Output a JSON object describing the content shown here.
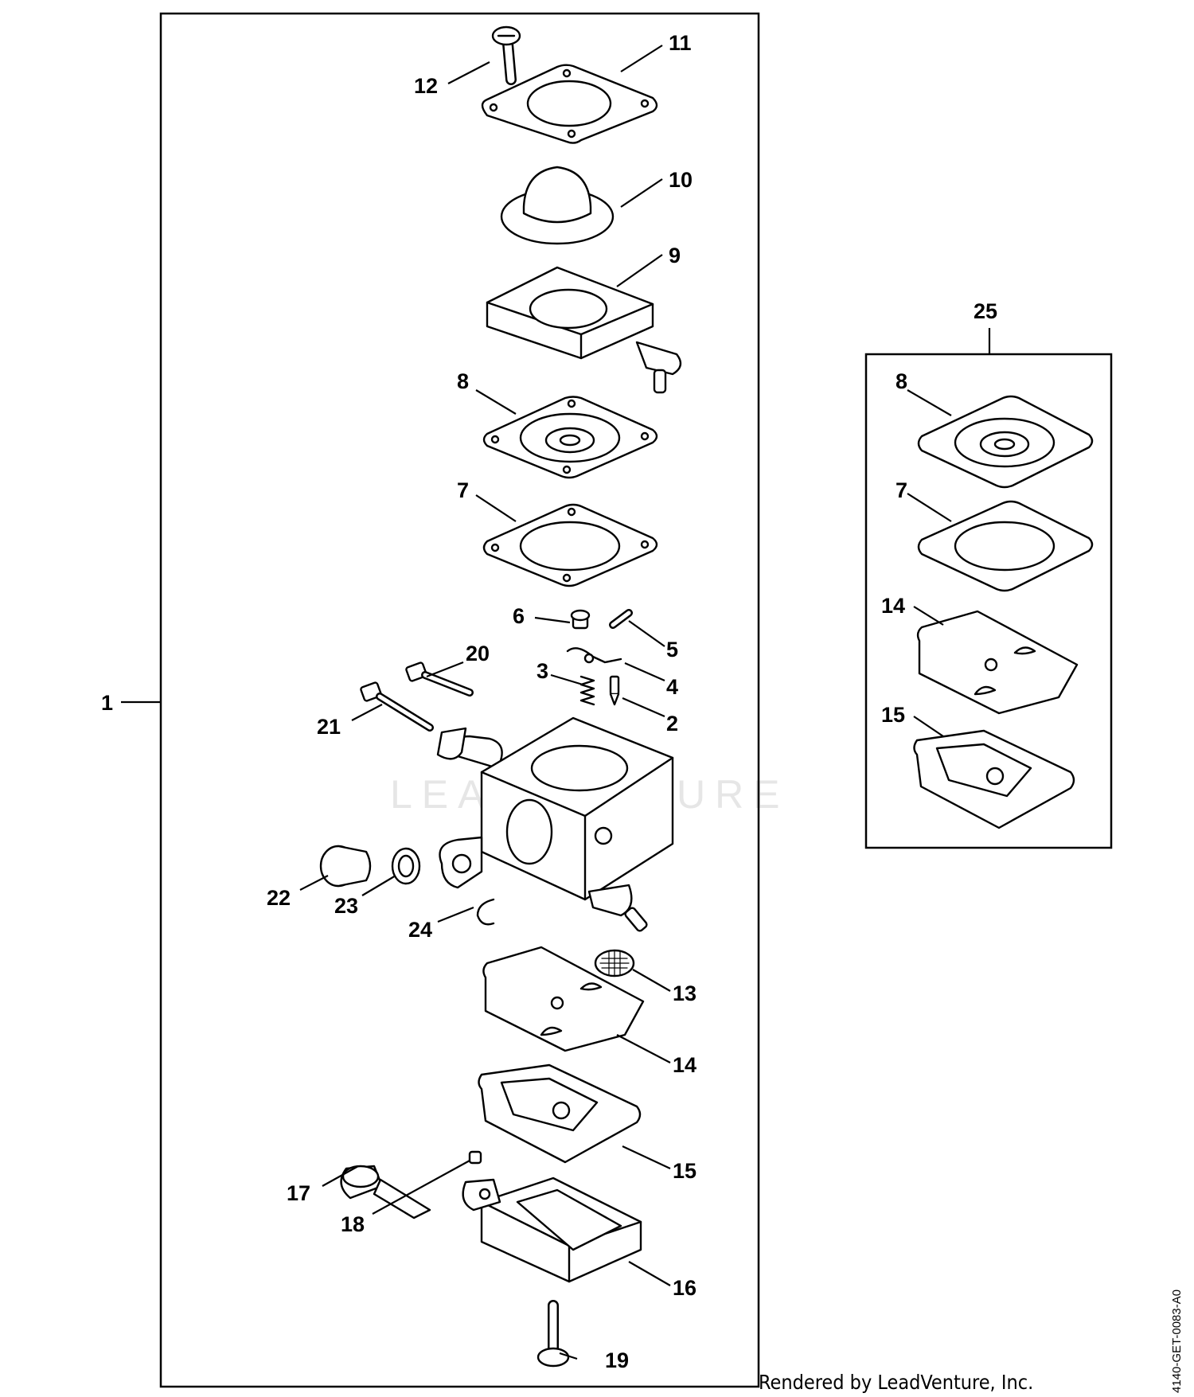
{
  "diagram": {
    "callouts": {
      "c1": "1",
      "c2": "2",
      "c3": "3",
      "c4": "4",
      "c5": "5",
      "c6": "6",
      "c7": "7",
      "c8": "8",
      "c9": "9",
      "c10": "10",
      "c11": "11",
      "c12": "12",
      "c13": "13",
      "c14": "14",
      "c15": "15",
      "c16": "16",
      "c17": "17",
      "c18": "18",
      "c19": "19",
      "c20": "20",
      "c21": "21",
      "c22": "22",
      "c23": "23",
      "c24": "24",
      "c25": "25",
      "k8": "8",
      "k7": "7",
      "k14": "14",
      "k15": "15"
    },
    "watermark": "LEADVENTURE",
    "credit": "Rendered by LeadVenture, Inc.",
    "reference_code": "4140-GET-0083-A0"
  }
}
